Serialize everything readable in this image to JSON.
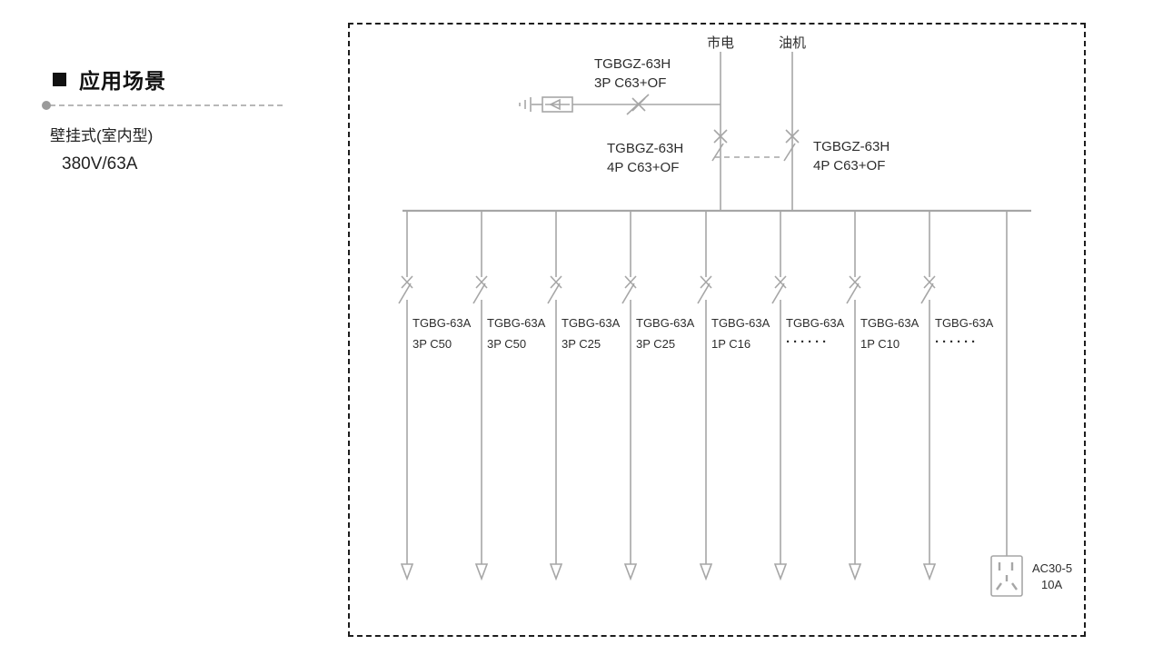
{
  "panel": {
    "title": "应用场景",
    "mount_type": "壁挂式(室内型)",
    "rating": "380V/63A"
  },
  "diagram": {
    "source_left": "市电",
    "source_right": "油机",
    "spd_breaker": {
      "model": "TGBGZ-63H",
      "spec": "3P C63+OF"
    },
    "incomer_left": {
      "model": "TGBGZ-63H",
      "spec": "4P C63+OF"
    },
    "incomer_right": {
      "model": "TGBGZ-63H",
      "spec": "4P C63+OF"
    },
    "feeders": [
      {
        "model": "TGBG-63A",
        "spec": "3P C50"
      },
      {
        "model": "TGBG-63A",
        "spec": "3P C50"
      },
      {
        "model": "TGBG-63A",
        "spec": "3P C25"
      },
      {
        "model": "TGBG-63A",
        "spec": "3P C25"
      },
      {
        "model": "TGBG-63A",
        "spec": "1P C16"
      },
      {
        "model": "TGBG-63A",
        "spec": "······"
      },
      {
        "model": "TGBG-63A",
        "spec": "1P C10"
      },
      {
        "model": "TGBG-63A",
        "spec": "······"
      }
    ],
    "socket": {
      "model": "AC30-5",
      "rating": "10A"
    },
    "colors": {
      "line": "#a6a6a6",
      "label": "#2d2d2d"
    }
  }
}
